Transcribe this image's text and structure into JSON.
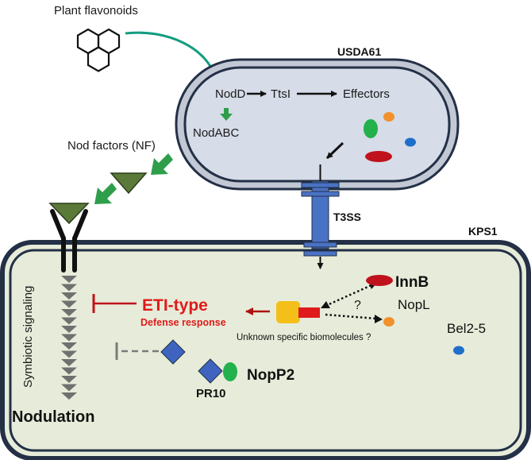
{
  "labels": {
    "plant_flavonoids": "Plant flavonoids",
    "nod_factors": "Nod factors (NF)",
    "bacterium_strain": "USDA61",
    "nodD": "NodD",
    "ttsI": "TtsI",
    "effectors": "Effectors",
    "nodABC": "NodABC",
    "t3ss": "T3SS",
    "plant_cell": "KPS1",
    "innB": "InnB",
    "nopL": "NopL",
    "question_mark": "?",
    "unknown_biomolecules": "Unknown specific biomolecules ?",
    "eti_type": "ETI-type",
    "defense_response": "Defense response",
    "bel2_5": "Bel2-5",
    "nopP2": "NopP2",
    "pr10": "PR10",
    "symbiotic_signaling": "Symbiotic signaling",
    "nodulation": "Nodulation"
  },
  "colors": {
    "bacterium_fill": "#d6dce8",
    "bacterium_outer": "#c2c8d4",
    "membrane": "#233046",
    "cell_fill": "#e6ecd9",
    "t3ss": "#4a72c4",
    "nod_arrow": "#2e9e4a",
    "nod_factor": "#5b7a3a",
    "eti_red": "#e01b1b",
    "dark_red": "#b01010",
    "innB": "#c0121c",
    "effector_green": "#22b14c",
    "effector_orange": "#f2912b",
    "effector_blue": "#1f6fc9",
    "pr10_blue": "#3f64c0",
    "yellow": "#f5bf1a",
    "gray_cascade": "#707070"
  }
}
